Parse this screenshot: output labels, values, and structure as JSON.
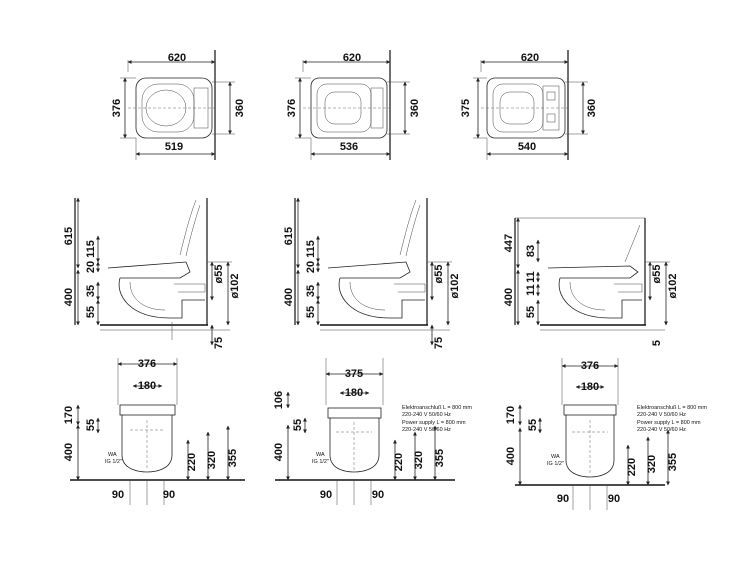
{
  "plan_views": [
    {
      "width_total": "620",
      "width_bowl": "519",
      "depth_left": "376",
      "depth_right": "360"
    },
    {
      "width_total": "620",
      "width_bowl": "536",
      "depth_left": "376",
      "depth_right": "360"
    },
    {
      "width_total": "620",
      "width_bowl": "540",
      "depth_left": "375",
      "depth_right": "360"
    }
  ],
  "side_views": [
    {
      "overall_height": "615",
      "dim_115": "115",
      "dim_20": "20",
      "dim_35": "35",
      "dim_400": "400",
      "dim_55": "55",
      "pipe_55": "ø55",
      "pipe_102": "ø102",
      "dim_75": "75"
    },
    {
      "overall_height": "615",
      "dim_115": "115",
      "dim_20": "20",
      "dim_35": "35",
      "dim_400": "400",
      "dim_55": "55",
      "pipe_55": "ø55",
      "pipe_102": "ø102",
      "dim_75": "75"
    },
    {
      "overall_height": "447",
      "dim_83": "83",
      "dim_11a": "11",
      "dim_11b": "11",
      "dim_400": "400",
      "dim_55": "55",
      "pipe_55": "ø55",
      "pipe_102": "ø102",
      "dim_5": "5"
    }
  ],
  "front_views": [
    {
      "top_width": "376",
      "inner_width": "180",
      "dim_170": "170",
      "dim_55": "55",
      "dim_400": "400",
      "wa_label": "WA",
      "ig_label": "IG 1/2\"",
      "dim_220": "220",
      "dim_320": "320",
      "dim_355": "355",
      "bottom_left": "90",
      "bottom_right": "90"
    },
    {
      "top_width": "375",
      "inner_width": "180",
      "dim_106": "106",
      "dim_55": "55",
      "dim_400": "400",
      "wa_label": "WA",
      "ig_label": "IG 1/2\"",
      "dim_220": "220",
      "dim_320": "320",
      "dim_355": "355",
      "bottom_left": "90",
      "bottom_right": "90",
      "note_de_1": "Elektroanschluß L = 800 mm",
      "note_de_2": "220-240 V  50/60 Hz",
      "note_en_1": "Power supply L = 800 mm",
      "note_en_2": "220-240 V  50/60 Hz"
    },
    {
      "top_width": "376",
      "inner_width": "180",
      "dim_170": "170",
      "dim_55": "55",
      "dim_400": "400",
      "wa_label": "WA",
      "ig_label": "IG 1/2\"",
      "dim_220": "220",
      "dim_320": "320",
      "dim_355": "355",
      "bottom_left": "90",
      "bottom_right": "90",
      "note_de_1": "Elektroanschluß L = 800 mm",
      "note_de_2": "220-240 V  50/60 Hz",
      "note_en_1": "Power supply L = 800 mm",
      "note_en_2": "220-240 V  50/60 Hz"
    }
  ]
}
